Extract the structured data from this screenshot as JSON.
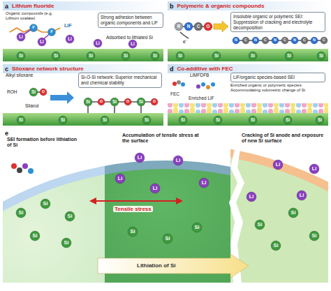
{
  "diagram": {
    "nodes": [
      {
        "text": [
          "a",
          "Lithium fluoride"
        ]
      },
      {
        "text": [
          "Strong adhesion between organic components and LiF"
        ],
        "in": 0
      },
      {
        "text": [
          "b",
          "Polymeric & organic compounds"
        ]
      },
      {
        "text": [
          "Insoluble organic or polymeric SEI: Suppression of cracking and electrolyte decomposition"
        ],
        "in": 2
      },
      {
        "text": [
          "c",
          "Siloxane network structure"
        ]
      },
      {
        "text": [
          "Si-O-Si network: Superior mechanical and chemical stability"
        ],
        "in": 4
      },
      {
        "text": [
          "d",
          "Co-additive with FEC"
        ]
      },
      {
        "text": [
          "LiF/organic species-based SEI"
        ],
        "in": 6
      },
      {
        "text": [
          "e"
        ]
      }
    ],
    "labels": [
      "Organic compounds (e.g. Lithium oxalate)",
      "LiF",
      "Adsorbed to lithiated Si",
      "F",
      "F",
      "Li",
      "Li",
      "Li",
      "Li",
      "Li",
      "Si",
      "Si",
      "Si",
      "Si",
      "Si",
      "e⁻",
      "R",
      "N",
      "C",
      "O",
      "N",
      "C",
      "N",
      "C",
      "N",
      "C",
      "N",
      "C",
      "N",
      "C",
      "Si",
      "Si",
      "Si",
      "Si",
      "Si",
      "Alkyl siloxane",
      "ROH",
      "Silanol",
      "Si",
      "O",
      "Si",
      "O",
      "Si",
      "O",
      "Si",
      "O",
      "Si",
      "Si",
      "Si",
      "Si",
      "FEC",
      "LiMFDFB",
      "Enriched LiF",
      "Enriched organic or polymeric species: Accommodating volumetric change of Si",
      "Si",
      "Si",
      "Si",
      "Si",
      "Si",
      "SEI formation before lithiation of Si",
      "Accumulation of tensile stress at the surface",
      "Cracking of Si anode and exposure of new Si surface",
      "Tensile stress",
      "Lithiation of Si",
      "Si",
      "Si",
      "Si",
      "Si",
      "Si",
      "Si",
      "Si",
      "Si",
      "Si",
      "Si",
      "Si",
      "Si",
      "Li",
      "Li",
      "Li",
      "Li",
      "Li",
      "Li",
      "Li",
      "Li",
      "Li"
    ]
  }
}
